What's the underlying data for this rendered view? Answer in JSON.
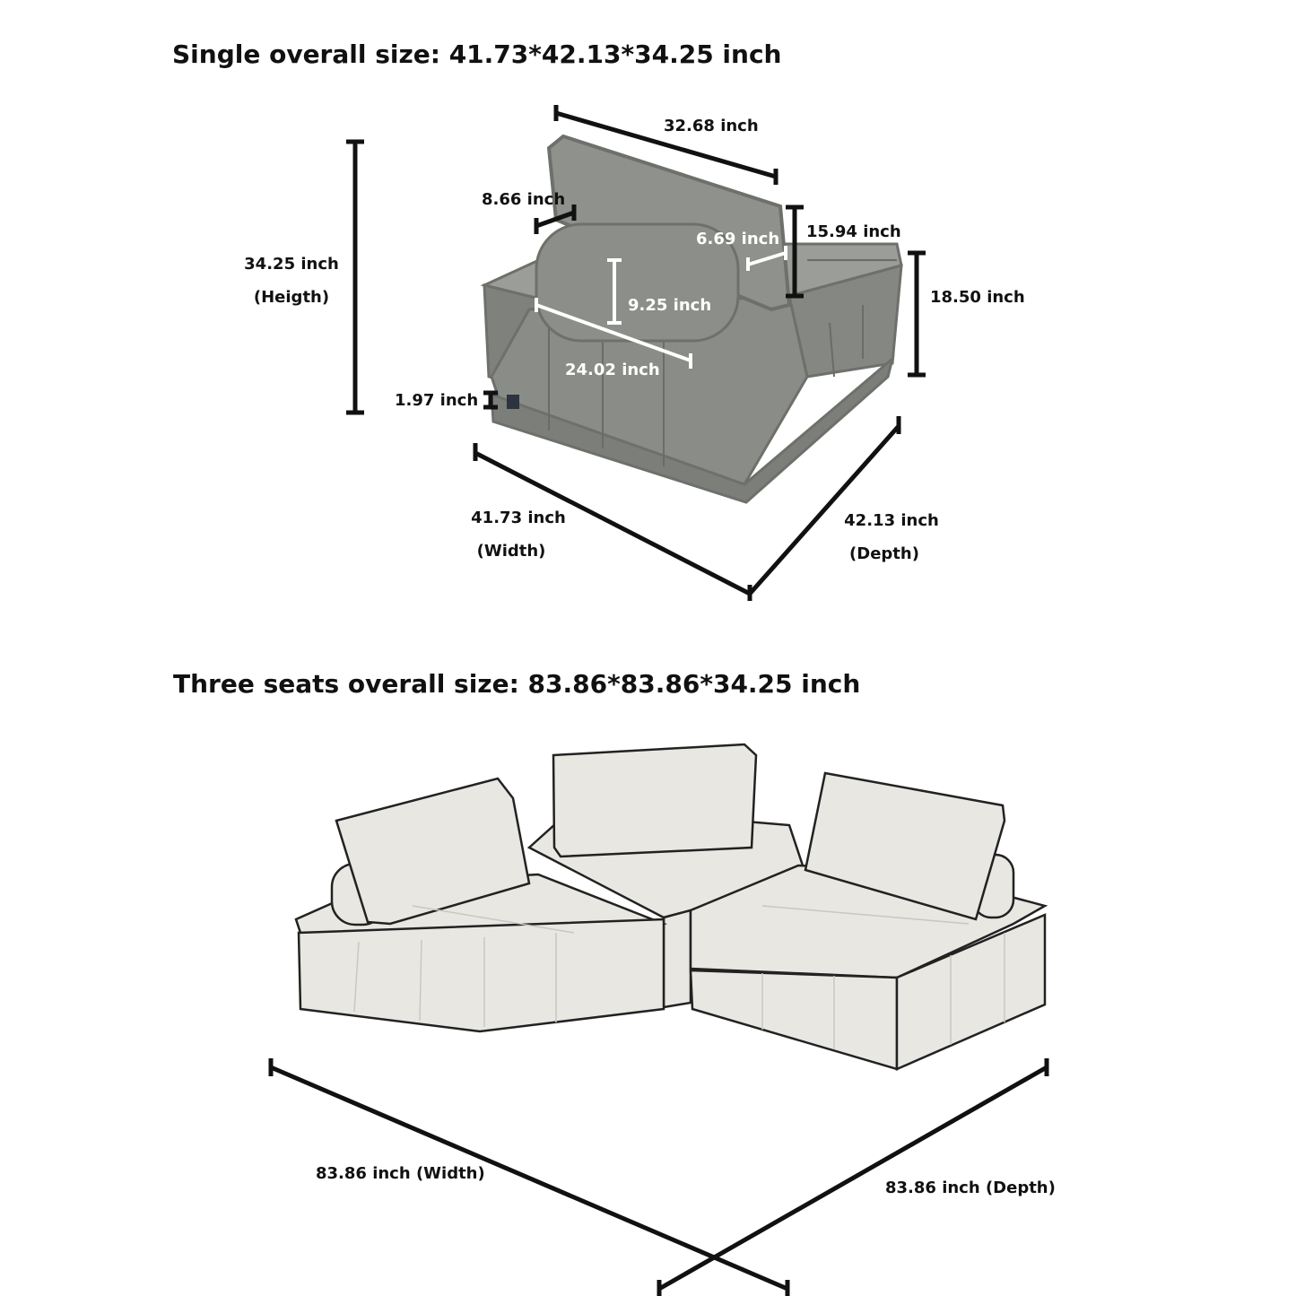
{
  "single": {
    "title": "Single overall size: 41.73*42.13*34.25 inch",
    "back_cushion_width": "32.68 inch",
    "bolster_length": "8.66 inch",
    "back_cushion_height": "15.94 inch",
    "back_cushion_thickness": "6.69 inch",
    "bolster_diameter": "9.25 inch",
    "bolster_width": "24.02 inch",
    "seat_height": "18.50 inch",
    "height_value": "34.25 inch",
    "height_label": "(Heigth)",
    "leg_height": "1.97 inch",
    "width_value": "41.73 inch",
    "width_label": "(Width)",
    "depth_value": "42.13 inch",
    "depth_label": "(Depth)"
  },
  "three_seats": {
    "title": "Three seats overall size: 83.86*83.86*34.25 inch",
    "width_label": "83.86 inch (Width)",
    "depth_label": "83.86 inch (Depth)"
  },
  "colors": {
    "single_fabric": "#8a8c87",
    "single_fabric_dark": "#6e706b",
    "three_fabric": "#e8e6e1",
    "dimension_line": "#111111"
  }
}
